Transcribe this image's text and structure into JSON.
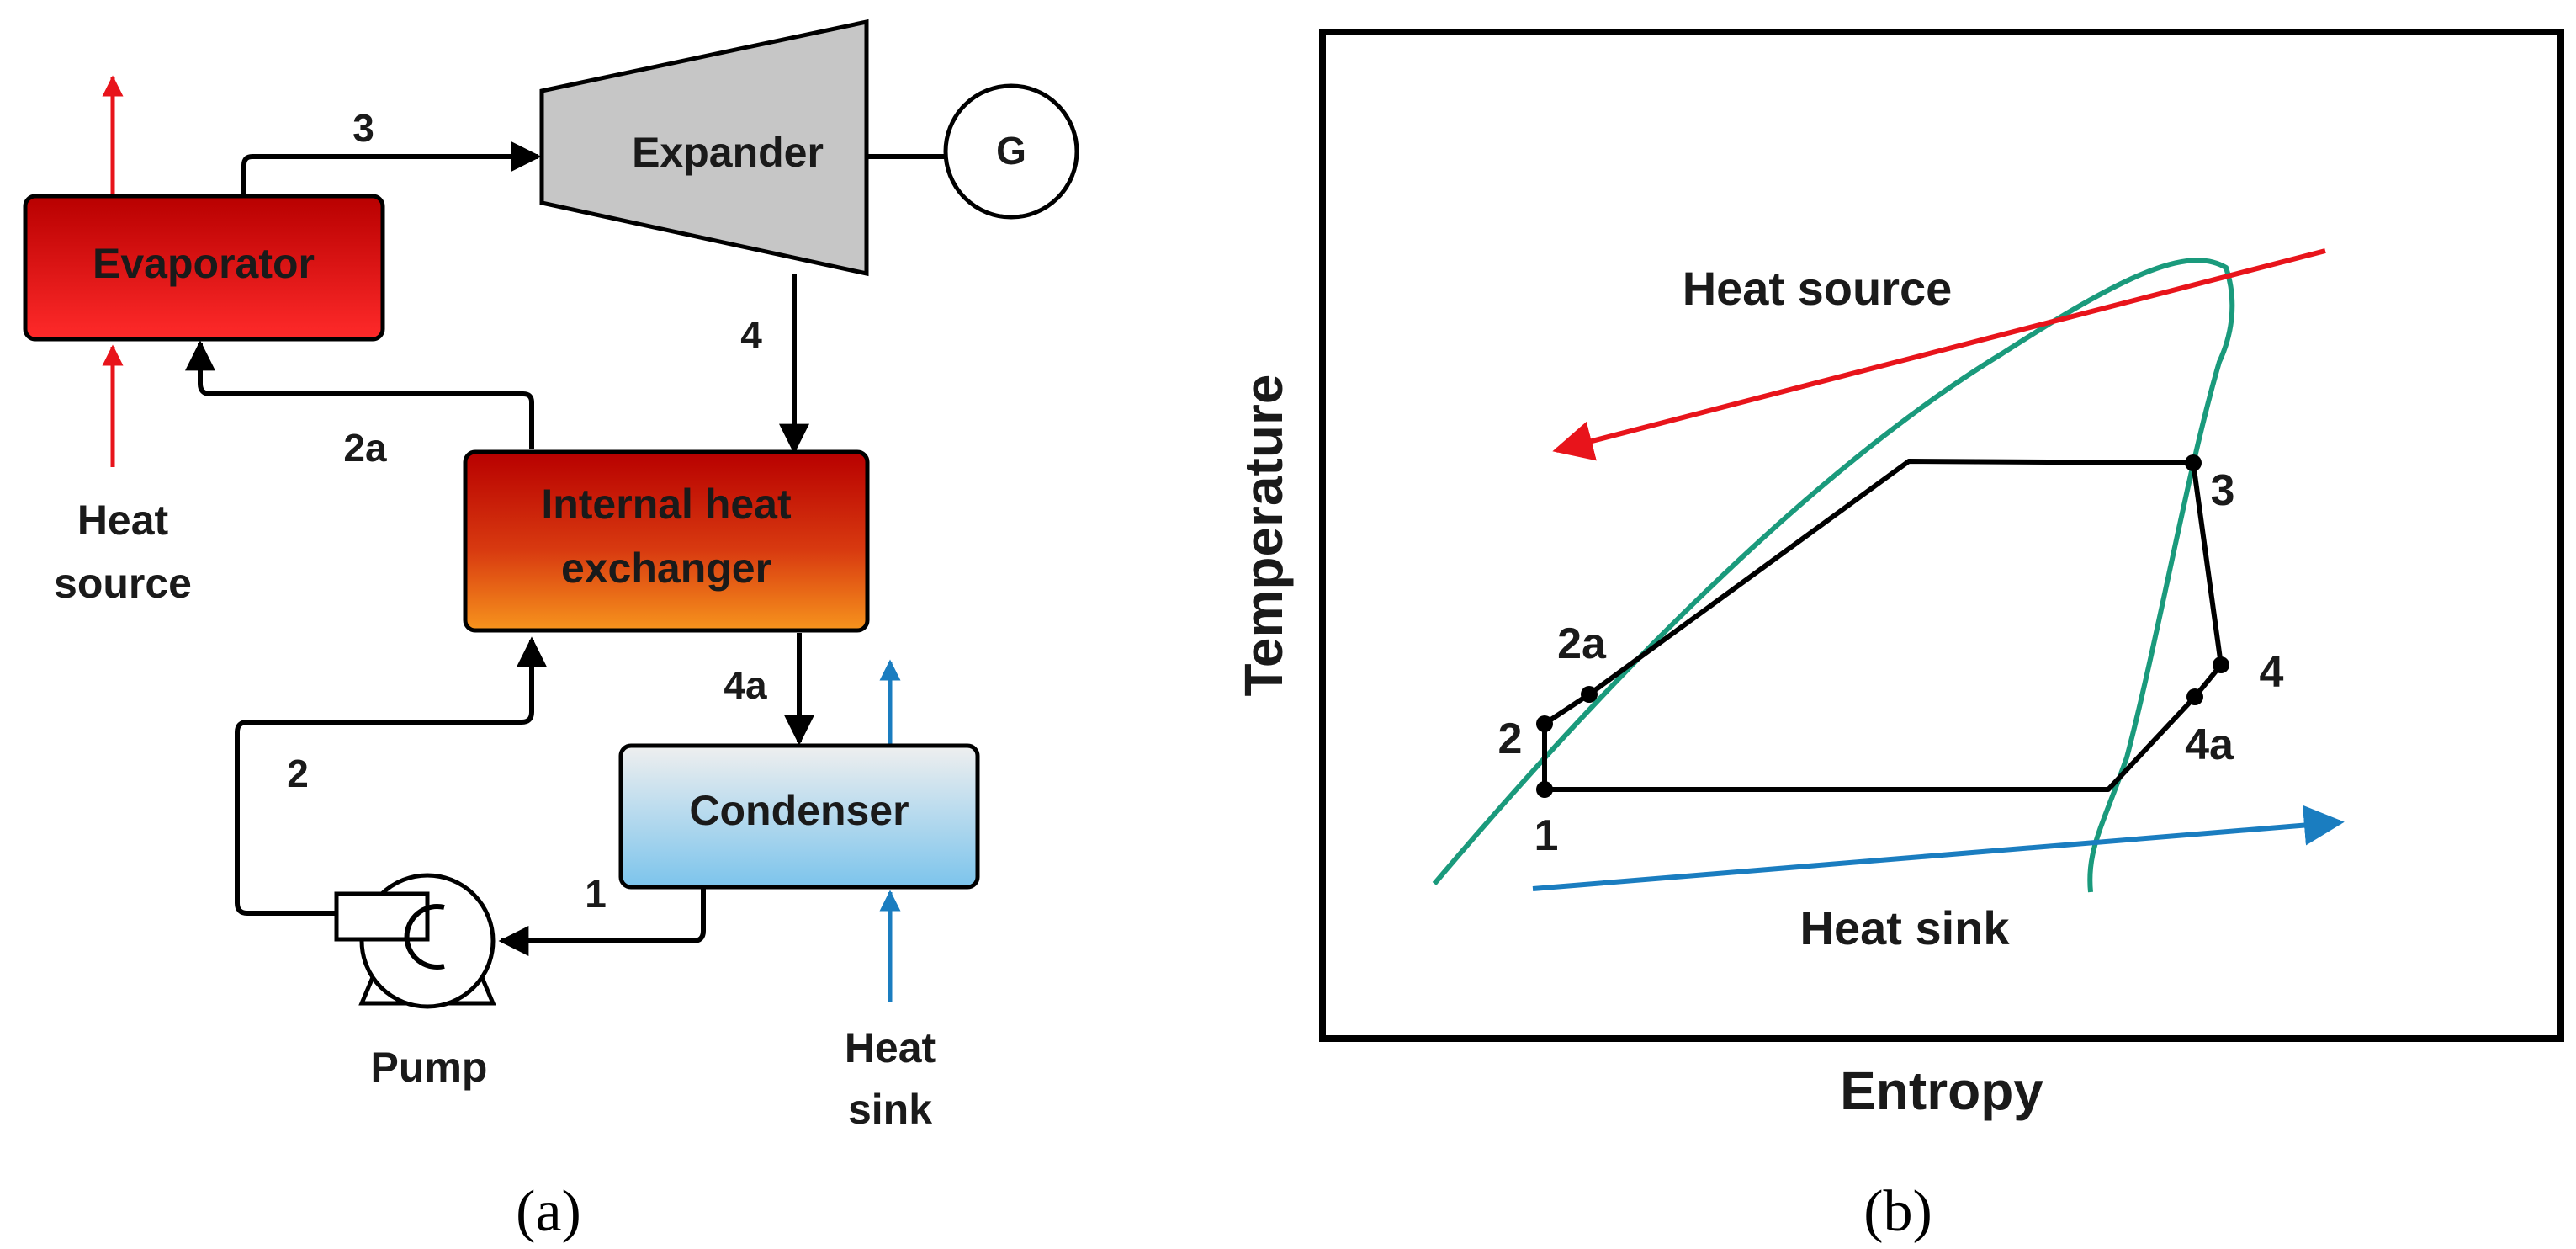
{
  "panel_a": {
    "caption": "(a)",
    "components": {
      "evaporator": "Evaporator",
      "expander": "Expander",
      "generator": "G",
      "internal_hx_line1": "Internal heat",
      "internal_hx_line2": "exchanger",
      "condenser": "Condenser",
      "pump": "Pump"
    },
    "labels": {
      "heat_source_line1": "Heat",
      "heat_source_line2": "source",
      "heat_sink_line1": "Heat",
      "heat_sink_line2": "sink"
    },
    "states": [
      "3",
      "4",
      "2a",
      "4a",
      "2",
      "1"
    ]
  },
  "panel_b": {
    "caption": "(b)",
    "xlabel": "Entropy",
    "ylabel": "Temperature",
    "heat_source": "Heat source",
    "heat_sink": "Heat sink",
    "states": [
      "1",
      "2",
      "2a",
      "3",
      "4",
      "4a"
    ]
  },
  "colors": {
    "hot_red": "#e8141b",
    "sink_blue": "#1a7dc0",
    "saturation_green": "#1a9a7c",
    "line": "#000000",
    "expander_gray": "#c6c6c6"
  }
}
